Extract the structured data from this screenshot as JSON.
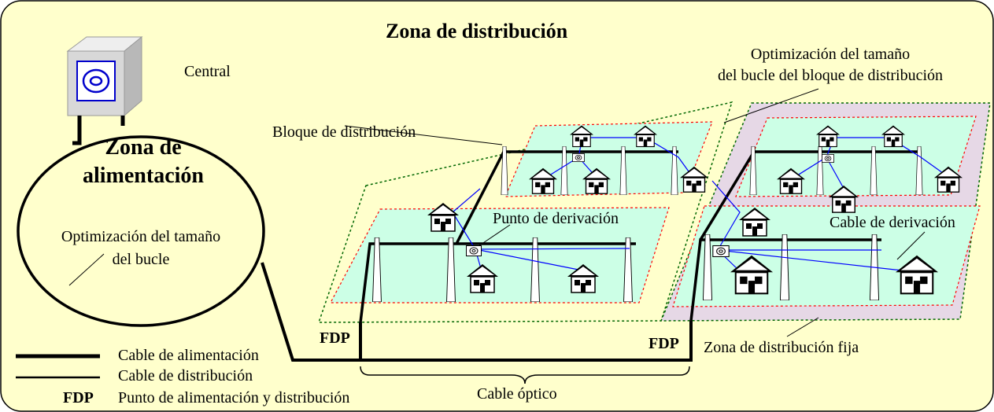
{
  "title": "Zona de distribución",
  "labels": {
    "central": "Central",
    "feeder_zone_line1": "Zona de",
    "feeder_zone_line2": "alimentación",
    "loop_opt_line1": "Optimización del tamaño",
    "loop_opt_line2": "del bucle",
    "block_opt_line1": "Optimización del tamaño",
    "block_opt_line2": "del bucle del bloque de distribución",
    "distribution_block": "Bloque de distribución",
    "tap_point": "Punto de derivación",
    "drop_cable": "Cable de derivación",
    "fdp_left": "FDP",
    "fdp_right": "FDP",
    "fixed_zone": "Zona de distribución fija",
    "optical_cable": "Cable óptico"
  },
  "legend": {
    "feeder_cable": "Cable de alimentación",
    "distribution_cable": "Cable de distribución",
    "fdp_abbr": "FDP",
    "fdp_desc": "Punto de alimentación y distribución"
  },
  "colors": {
    "background": "#ffffcc",
    "block_fill": "#ccffe6",
    "fixed_zone_fill": "#e6d8e6",
    "red_dashed": "#ff0000",
    "green_dashed": "#006600",
    "drop_line": "#0000ff",
    "cable": "#000000"
  }
}
